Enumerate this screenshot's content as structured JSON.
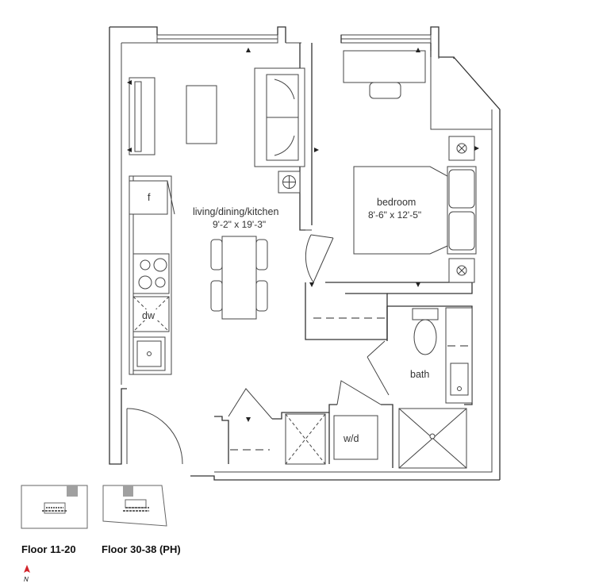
{
  "rooms": {
    "living": {
      "name": "living/dining/kitchen",
      "dims": "9'-2\" x 19'-3\""
    },
    "bedroom": {
      "name": "bedroom",
      "dims": "8'-6\" x 12'-5\""
    },
    "bath": {
      "name": "bath"
    }
  },
  "appliances": {
    "fridge": "f",
    "dishwasher": "dw",
    "washer_dryer": "w/d"
  },
  "key_plans": [
    {
      "label": "Floor 11-20"
    },
    {
      "label": "Floor 30-38 (PH)"
    }
  ],
  "north": {
    "letter": "N"
  },
  "colors": {
    "wall": "#333333",
    "highlight": "#a0a0a0",
    "north_arrow": "#d2232a"
  }
}
